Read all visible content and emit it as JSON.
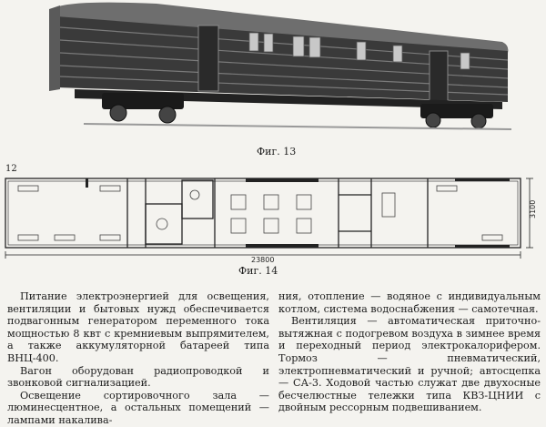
{
  "page_number": "12",
  "figures": {
    "fig13_caption": "Фиг. 13",
    "fig14_caption": "Фиг. 14",
    "dim_length": "23800",
    "dim_width": "3100"
  },
  "text": {
    "left": [
      "Питание электроэнергией для освещения, вентиляции и бытовых нужд обеспечивается подвагонным генератором переменного тока мощностью 8 квт с кремниевым выпрямителем, а также аккумуляторной батареей типа ВНЦ-400.",
      "Вагон оборудован радиопроводкой и звонковой сигнализацией.",
      "Освещение сортировочного зала — люминесцентное, а остальных помещений — лампами накалива-"
    ],
    "right": [
      "ния, отопление — водяное с индивидуальным котлом, система водоснабжения — самотечная.",
      "Вентиляция — автоматическая приточно-вытяжная с подогревом воздуха в зимнее время и переходный период электрокалорифером. Тормоз — пневматический, электропневматический и ручной; автосцепка — СА-3. Ходовой частью служат две двухосные бесчелюстные тележки типа КВЗ-ЦНИИ с двойным рессорным подвешиванием."
    ]
  }
}
